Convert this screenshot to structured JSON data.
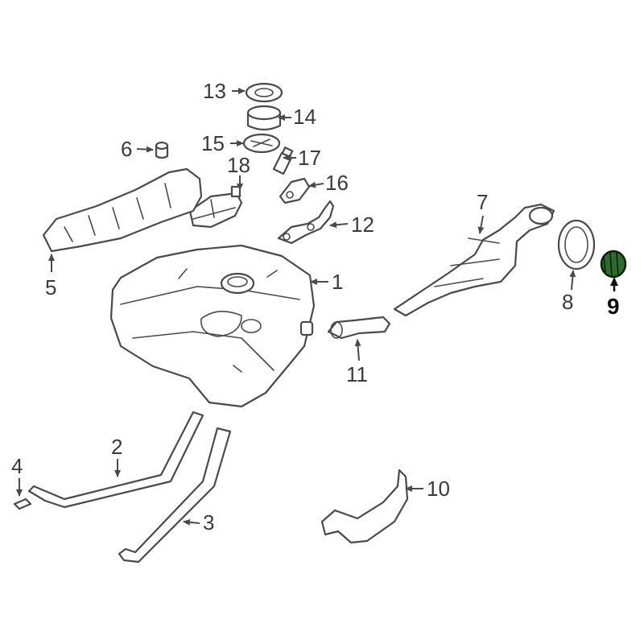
{
  "callouts": {
    "c1": "1",
    "c2": "2",
    "c3": "3",
    "c4": "4",
    "c5": "5",
    "c6": "6",
    "c7": "7",
    "c8": "8",
    "c9": "9",
    "c10": "10",
    "c11": "11",
    "c12": "12",
    "c13": "13",
    "c14": "14",
    "c15": "15",
    "c16": "16",
    "c17": "17",
    "c18": "18"
  },
  "highlight": {
    "part": "9",
    "fill": "#2f6b2f",
    "stroke": "#0d1f0d"
  },
  "colors": {
    "line": "#4a4a4a",
    "background": "#ffffff"
  }
}
